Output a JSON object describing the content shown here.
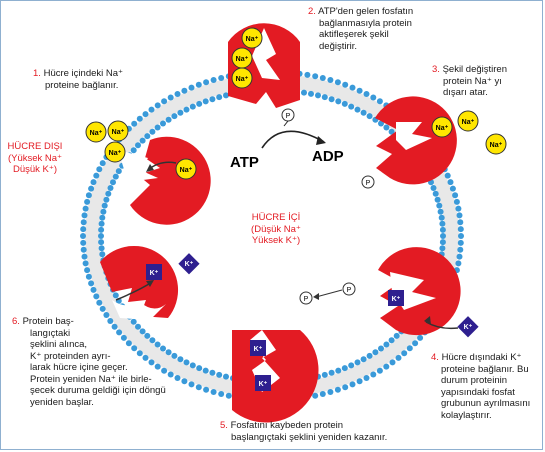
{
  "steps": [
    {
      "number": "1.",
      "lines": [
        "Hücre içindeki Na⁺",
        "proteine bağlanır."
      ]
    },
    {
      "number": "2.",
      "lines": [
        "ATP'den gelen fosfatın",
        "bağlanmasıyla protein",
        "aktifleşerek şekil",
        "değiştirir."
      ]
    },
    {
      "number": "3.",
      "lines": [
        "Şekil değiştiren",
        "protein Na⁺ yı",
        "dışarı atar."
      ]
    },
    {
      "number": "4.",
      "lines": [
        "Hücre dışındaki K⁺",
        "proteine bağlanır. Bu",
        "durum proteinin",
        "yapısındaki fosfat",
        "grubunun ayrılmasını",
        "kolaylaştırır."
      ]
    },
    {
      "number": "5.",
      "lines": [
        "Fosfatını kaybeden protein",
        "başlangıçtaki şeklini yeniden kazanır."
      ]
    },
    {
      "number": "6.",
      "lines": [
        "Protein baş-",
        "langıçtaki",
        "şeklini alınca,",
        "K⁺ proteinden ayrı-",
        "larak hücre içine geçer.",
        "Protein yeniden Na⁺ ile birle-",
        "şecek duruma geldiği için döngü",
        "yeniden başlar."
      ]
    }
  ],
  "outside_label": [
    "HÜCRE DIŞI",
    "(Yüksek Na⁺",
    "Düşük K⁺)"
  ],
  "inside_label": [
    "HÜCRE İÇİ",
    "(Düşük Na⁺",
    "Yüksek K⁺)"
  ],
  "atp": "ATP",
  "adp": "ADP",
  "ions": {
    "na": "Na⁺",
    "k": "K⁺",
    "phosphate": "P"
  },
  "colors": {
    "protein": "#e31b23",
    "membrane": "#3a9ad9",
    "sodium": "#ffe600",
    "potassium": "#2e1f8f",
    "step_number": "#e31b23"
  }
}
